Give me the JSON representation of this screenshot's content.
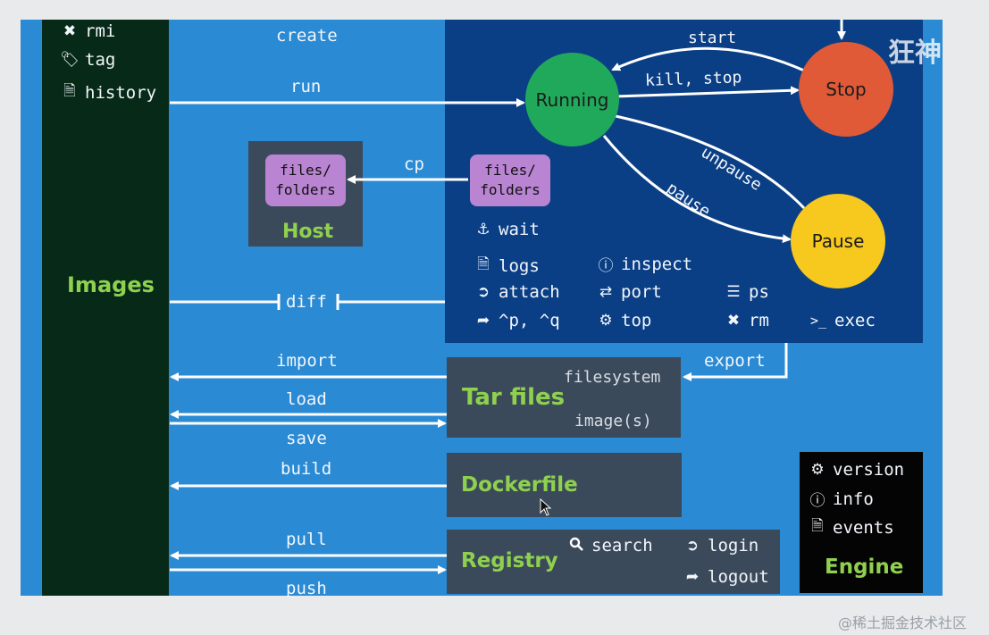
{
  "images_panel": {
    "title": "Images",
    "items": [
      {
        "icon": "close-icon",
        "glyph": "✖",
        "label": "rmi"
      },
      {
        "icon": "tag-icon",
        "glyph": "🏷",
        "label": "tag"
      },
      {
        "icon": "document-icon",
        "glyph": "🗎",
        "label": "history"
      }
    ]
  },
  "container_states": {
    "running": "Running",
    "stop": "Stop",
    "pause": "Pause"
  },
  "transitions": {
    "start": "start",
    "kill_stop": "kill, stop",
    "unpause": "unpause",
    "pause": "pause"
  },
  "host": {
    "title": "Host",
    "files_host": [
      "files/",
      "folders"
    ],
    "files_container": [
      "files/",
      "folders"
    ],
    "cp": "cp"
  },
  "container_commands": [
    {
      "name": "wait",
      "icon": "anchor-icon",
      "glyph": "⚓"
    },
    {
      "name": "logs",
      "icon": "document-icon",
      "glyph": "🗎"
    },
    {
      "name": "inspect",
      "icon": "info-icon",
      "glyph": "ⓘ"
    },
    {
      "name": "attach",
      "icon": "sign-in-icon",
      "glyph": "➲"
    },
    {
      "name": "port",
      "icon": "swap-icon",
      "glyph": "⇄"
    },
    {
      "name": "ps",
      "icon": "list-icon",
      "glyph": "☰"
    },
    {
      "name": "^p, ^q",
      "icon": "sign-out-icon",
      "glyph": "➦"
    },
    {
      "name": "top",
      "icon": "gears-icon",
      "glyph": "⚙"
    },
    {
      "name": "rm",
      "icon": "close-icon",
      "glyph": "✖"
    },
    {
      "name": "exec",
      "icon": "terminal-icon",
      "glyph": ">_"
    }
  ],
  "arrow_labels": {
    "create": "create",
    "run": "run",
    "diff": "diff",
    "import": "import",
    "load": "load",
    "save": "save",
    "build": "build",
    "pull": "pull",
    "push": "push",
    "export": "export"
  },
  "tar_files": {
    "title": "Tar files",
    "filesystem": "filesystem",
    "images": "image(s)"
  },
  "dockerfile": {
    "title": "Dockerfile"
  },
  "registry": {
    "title": "Registry",
    "search": "search",
    "login": "login",
    "logout": "logout"
  },
  "engine": {
    "title": "Engine",
    "items": [
      {
        "name": "version",
        "icon": "gear-icon",
        "glyph": "⚙"
      },
      {
        "name": "info",
        "icon": "info-icon",
        "glyph": "ⓘ"
      },
      {
        "name": "events",
        "icon": "document-icon",
        "glyph": "🗎"
      }
    ]
  },
  "watermarks": {
    "top_right": "狂神",
    "bottom_right": "@稀土掘金技术社区"
  },
  "colors": {
    "background_blue": "#2a8ad4",
    "container_panel": "#0b3f85",
    "dark_panel": "#3b4a5a",
    "images_panel": "#072a18",
    "accent_green": "#8fd14f",
    "running": "#21a95b",
    "stop": "#e05a38",
    "pause": "#f7c81e",
    "files_purple": "#b984d2"
  }
}
